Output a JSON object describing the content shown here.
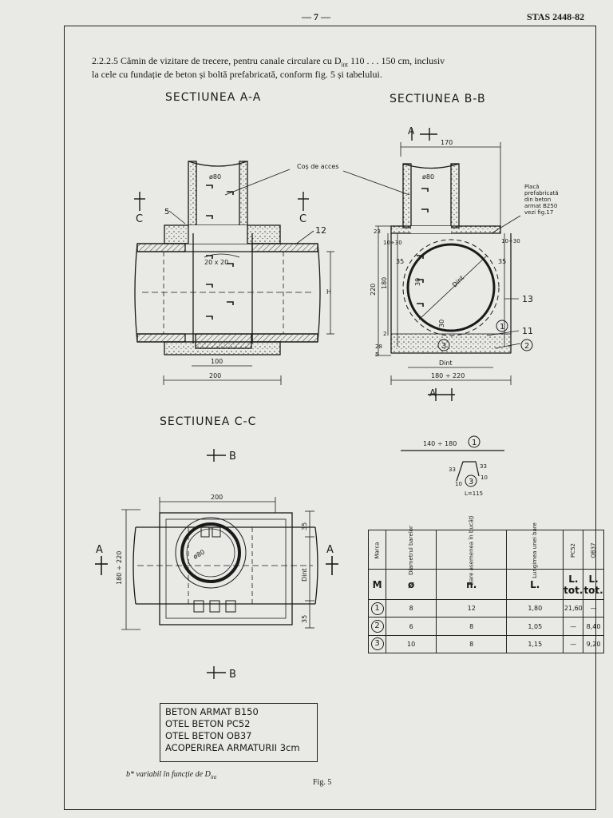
{
  "header": {
    "page_number": "— 7 —",
    "standard": "STAS 2448-82"
  },
  "intro": {
    "line1": "2.2.2.5 Cămin de vizitare de trecere, pentru canale circulare cu D",
    "sub": "int",
    "line1_end": " 110 . . . 150 cm, inclusiv",
    "line2": "la cele cu fundație de beton și boltă prefabricată, conform fig. 5 și tabelului."
  },
  "sections": {
    "aa": "SECTIUNEA A-A",
    "bb": "SECTIUNEA B-B",
    "cc": "SECTIUNEA C-C"
  },
  "labels": {
    "cos_acces": "Coș de acces",
    "d80a": "ø80",
    "d80b": "ø80",
    "dim_20x20": "20 x 20",
    "dim_100": "100",
    "dim_200a": "200",
    "dim_H": "H",
    "n5": "5",
    "n12": "12",
    "n13": "13",
    "n11": "11",
    "cutC": "C",
    "cutA": "A",
    "cutB": "B",
    "dim_170": "170",
    "placa": [
      "Placă",
      "prefabricată",
      "din beton",
      "armat B250",
      "vezi fig.17"
    ],
    "d_10_30a": "10÷30",
    "d_10_30b": "10÷30",
    "d_23": "23",
    "d_35a": "35",
    "d_35b": "35",
    "d_180": "180",
    "d_220": "220",
    "d_30a": "30",
    "d_30b": "30",
    "dint": "Dint",
    "d_5": "5",
    "d_28": "28",
    "d_2": "2",
    "dint2": "Dint",
    "d_180_220": "180 ÷ 220",
    "bar_140_180": "140 ÷ 180",
    "bar_33a": "33",
    "bar_33b": "33",
    "bar_10a": "10",
    "bar_10b": "10",
    "bar_L": "L=115",
    "dim_200c": "200",
    "dim_180_220v": "180 ÷ 220",
    "dim_35c": "35",
    "dim_35d": "35",
    "dint3": "Dint",
    "d80c": "ø80"
  },
  "table": {
    "headers": [
      "Marca",
      "Diametrul barelor",
      "Bare asemenea în bucăți",
      "Lungimea unei bare",
      "PC52",
      "OB37"
    ],
    "symbols": [
      "M",
      "ø",
      "n.",
      "L.",
      "L. tot.",
      "L. tot."
    ],
    "rows": [
      {
        "mark": "1",
        "d": "8",
        "n": "12",
        "L": "1,80",
        "pc52": "21,60",
        "ob37": "—"
      },
      {
        "mark": "2",
        "d": "6",
        "n": "8",
        "L": "1,05",
        "pc52": "—",
        "ob37": "8,40"
      },
      {
        "mark": "3",
        "d": "10",
        "n": "8",
        "L": "1,15",
        "pc52": "—",
        "ob37": "9,20"
      }
    ]
  },
  "legend": [
    "BETON ARMAT B150",
    "OTEL  BETON PC52",
    "OTEL  BETON OB37",
    "ACOPERIREA ARMATURII 3cm"
  ],
  "footnote": "b* variabil în funcție de D",
  "footnote_sub": "int",
  "fig": "Fig. 5"
}
